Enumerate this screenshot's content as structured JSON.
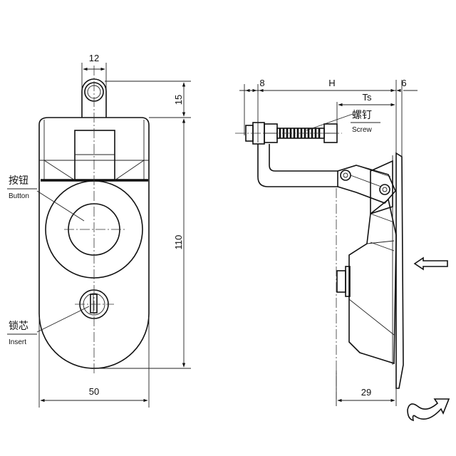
{
  "dimensions": {
    "front_top_width": "12",
    "front_top_height": "15",
    "front_total_height": "110",
    "front_width": "50",
    "side_left": "8",
    "side_h": "H",
    "side_ts": "Ts",
    "side_right": "6",
    "side_depth": "29"
  },
  "labels": {
    "button_cn": "按钮",
    "button_en": "Button",
    "insert_cn": "锁芯",
    "insert_en": "Insert",
    "screw_cn": "螺钉",
    "screw_en": "Screw"
  }
}
